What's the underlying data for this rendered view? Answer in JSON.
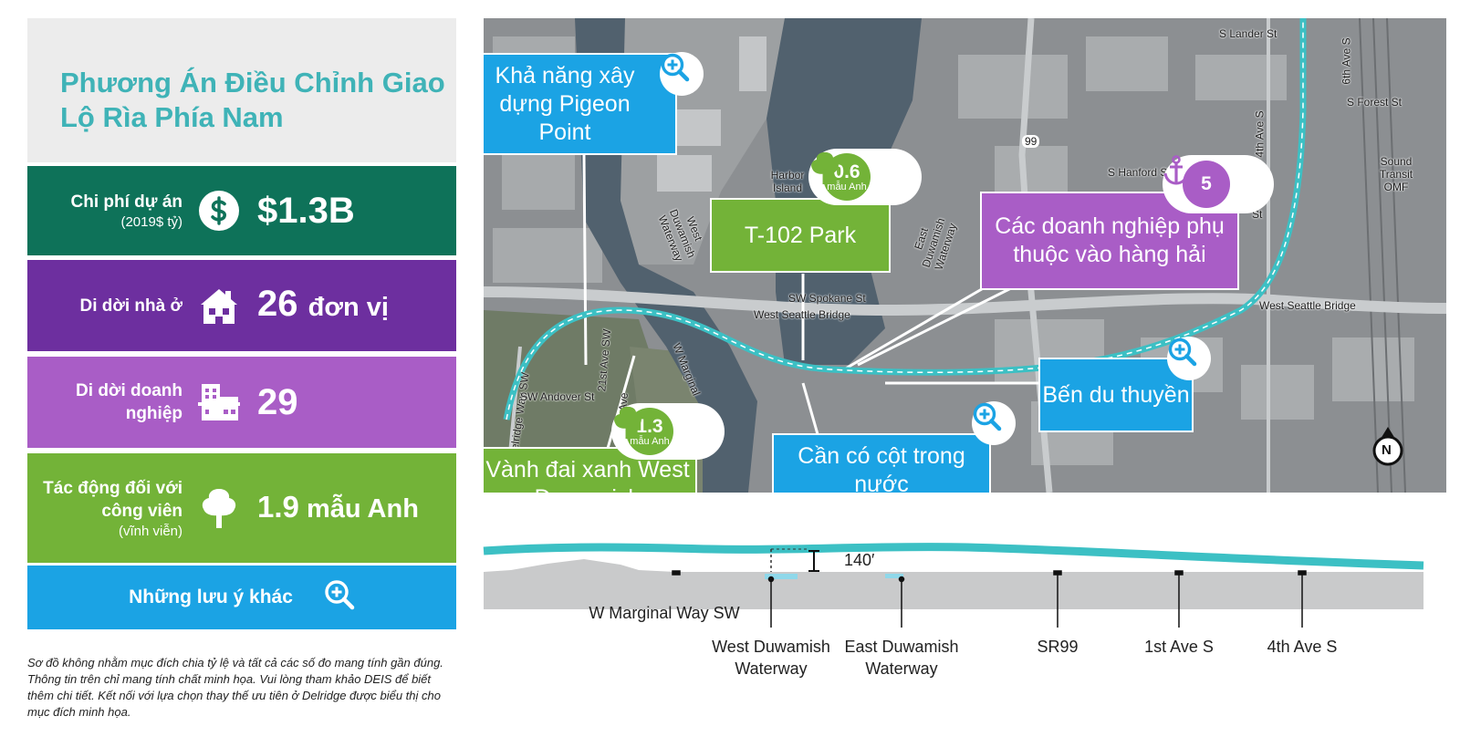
{
  "title": "Phương Án Điều Chỉnh Giao Lộ Rìa Phía Nam",
  "stats": {
    "cost": {
      "label": "Chi phí dự án",
      "sublabel": "(2019$ tỷ)",
      "value": "$1.3B",
      "icon": "dollar-icon",
      "color": "#0e7259"
    },
    "residential": {
      "label": "Di dời nhà ở",
      "value": "26",
      "unit": "đơn vị",
      "icon": "house-icon",
      "color": "#6d2f9f"
    },
    "business": {
      "label": "Di dời doanh nghiệp",
      "value": "29",
      "icon": "building-icon",
      "color": "#a95dc6"
    },
    "park": {
      "label": "Tác động đối với công viên",
      "sublabel": "(vĩnh viễn)",
      "value": "1.9",
      "unit": "mẫu Anh",
      "icon": "tree-icon",
      "color": "#73b338"
    },
    "notes": {
      "label": "Những lưu ý khác",
      "icon": "zoom-in-icon",
      "color": "#1ba3e4"
    }
  },
  "footnote": "Sơ đồ không nhằm mục đích chia tỷ lệ và tất cả các số đo mang tính gần đúng. Thông tin trên chỉ mang tính chất minh họa. Vui lòng tham khảo DEIS để biết thêm chi tiết. Kết nối với lựa chọn thay thế ưu tiên ở Delridge được biểu thị cho mục đích minh họa.",
  "map": {
    "callouts": {
      "pigeon_point": "Khả năng xây dựng Pigeon Point",
      "t102_park": "T-102 Park",
      "maritime": "Các doanh nghiệp phụ thuộc vào hàng hải",
      "marina": "Bến du thuyền",
      "in_water": "Cần có cột trong nước",
      "greenbelt": "Vành đai xanh West Duwamish"
    },
    "badges": {
      "t102_value": "0.6",
      "t102_unit": "mẫu Anh",
      "greenbelt_value": "1.3",
      "greenbelt_unit": "mẫu Anh",
      "maritime_value": "5"
    },
    "labels": {
      "s_lander": "S Lander St",
      "sixth_ave": "6th Ave S",
      "s_forest": "S Forest St",
      "fourth_ave": "4th Ave S",
      "sr99": "99",
      "harbor_island": "Harbor Island",
      "s_hanford": "S Hanford St",
      "sound_transit": "Sound Transit OMF",
      "st": "St",
      "west_duwamish": "West Duwamish Waterway",
      "east_duwamish": "East Duwamish Waterway",
      "sw_spokane": "SW Spokane St",
      "west_seattle_bridge": "West Seattle Bridge",
      "west_seattle_bridge_e": "West Seattle Bridge",
      "delridge": "Delridge Way SW",
      "ave21": "21st Ave SW",
      "w_marginal": "W Marginal",
      "th_ave": "th Ave",
      "sw_andover": "SW Andover St",
      "compass": "N"
    },
    "colors": {
      "guideway": "#3cc0c4",
      "water": "#51616e",
      "road": "#c9ccce"
    }
  },
  "profile": {
    "height_label": "140′",
    "ground_label": "W Marginal Way SW",
    "markers": [
      {
        "label": "West Duwamish Waterway"
      },
      {
        "label": "East Duwamish Waterway"
      },
      {
        "label": "SR99"
      },
      {
        "label": "1st Ave S"
      },
      {
        "label": "4th Ave S"
      }
    ]
  }
}
